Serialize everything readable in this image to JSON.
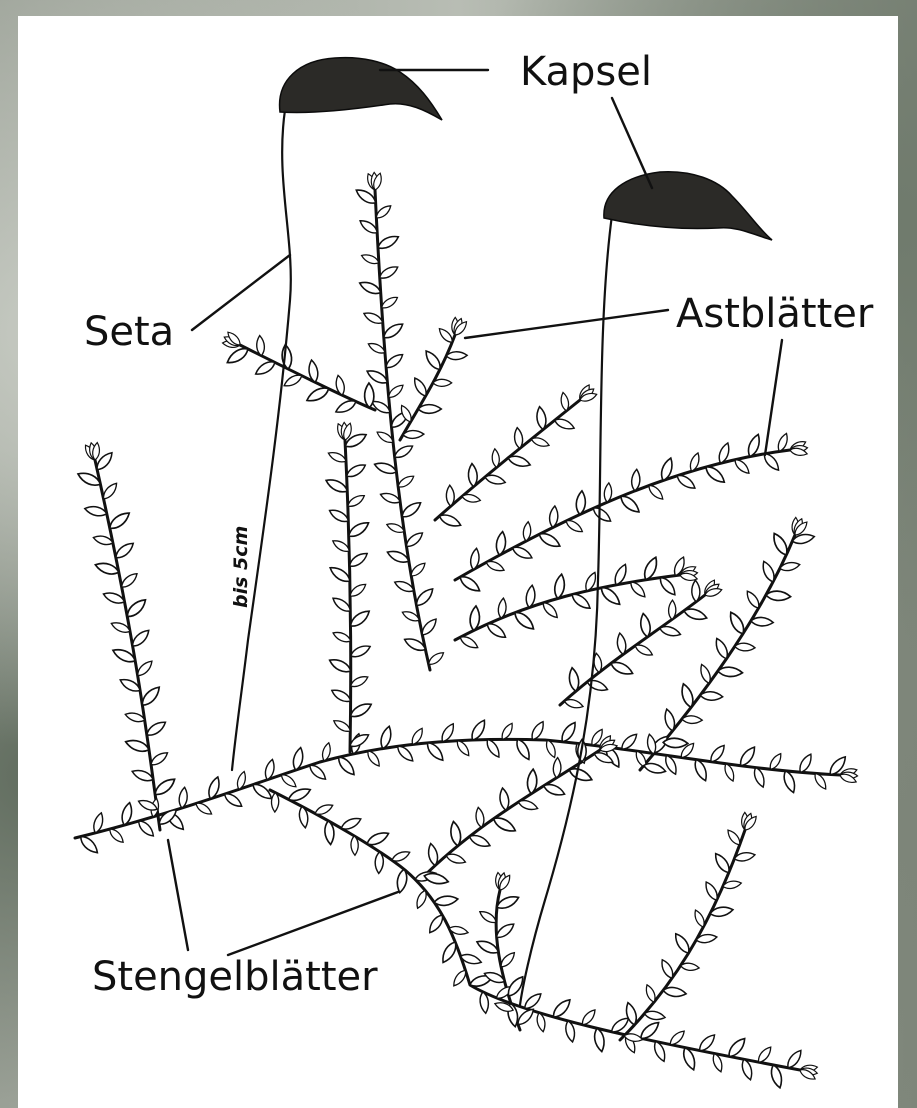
{
  "labels": {
    "kapsel": "Kapsel",
    "seta": "Seta",
    "astblaetter": "Astblätter",
    "stengelblaetter": "Stengelblätter"
  },
  "scale_note": "bis 5cm",
  "colors": {
    "ink": "#111111",
    "paper": "#ffffff",
    "capsule_fill": "#2b2a27"
  }
}
